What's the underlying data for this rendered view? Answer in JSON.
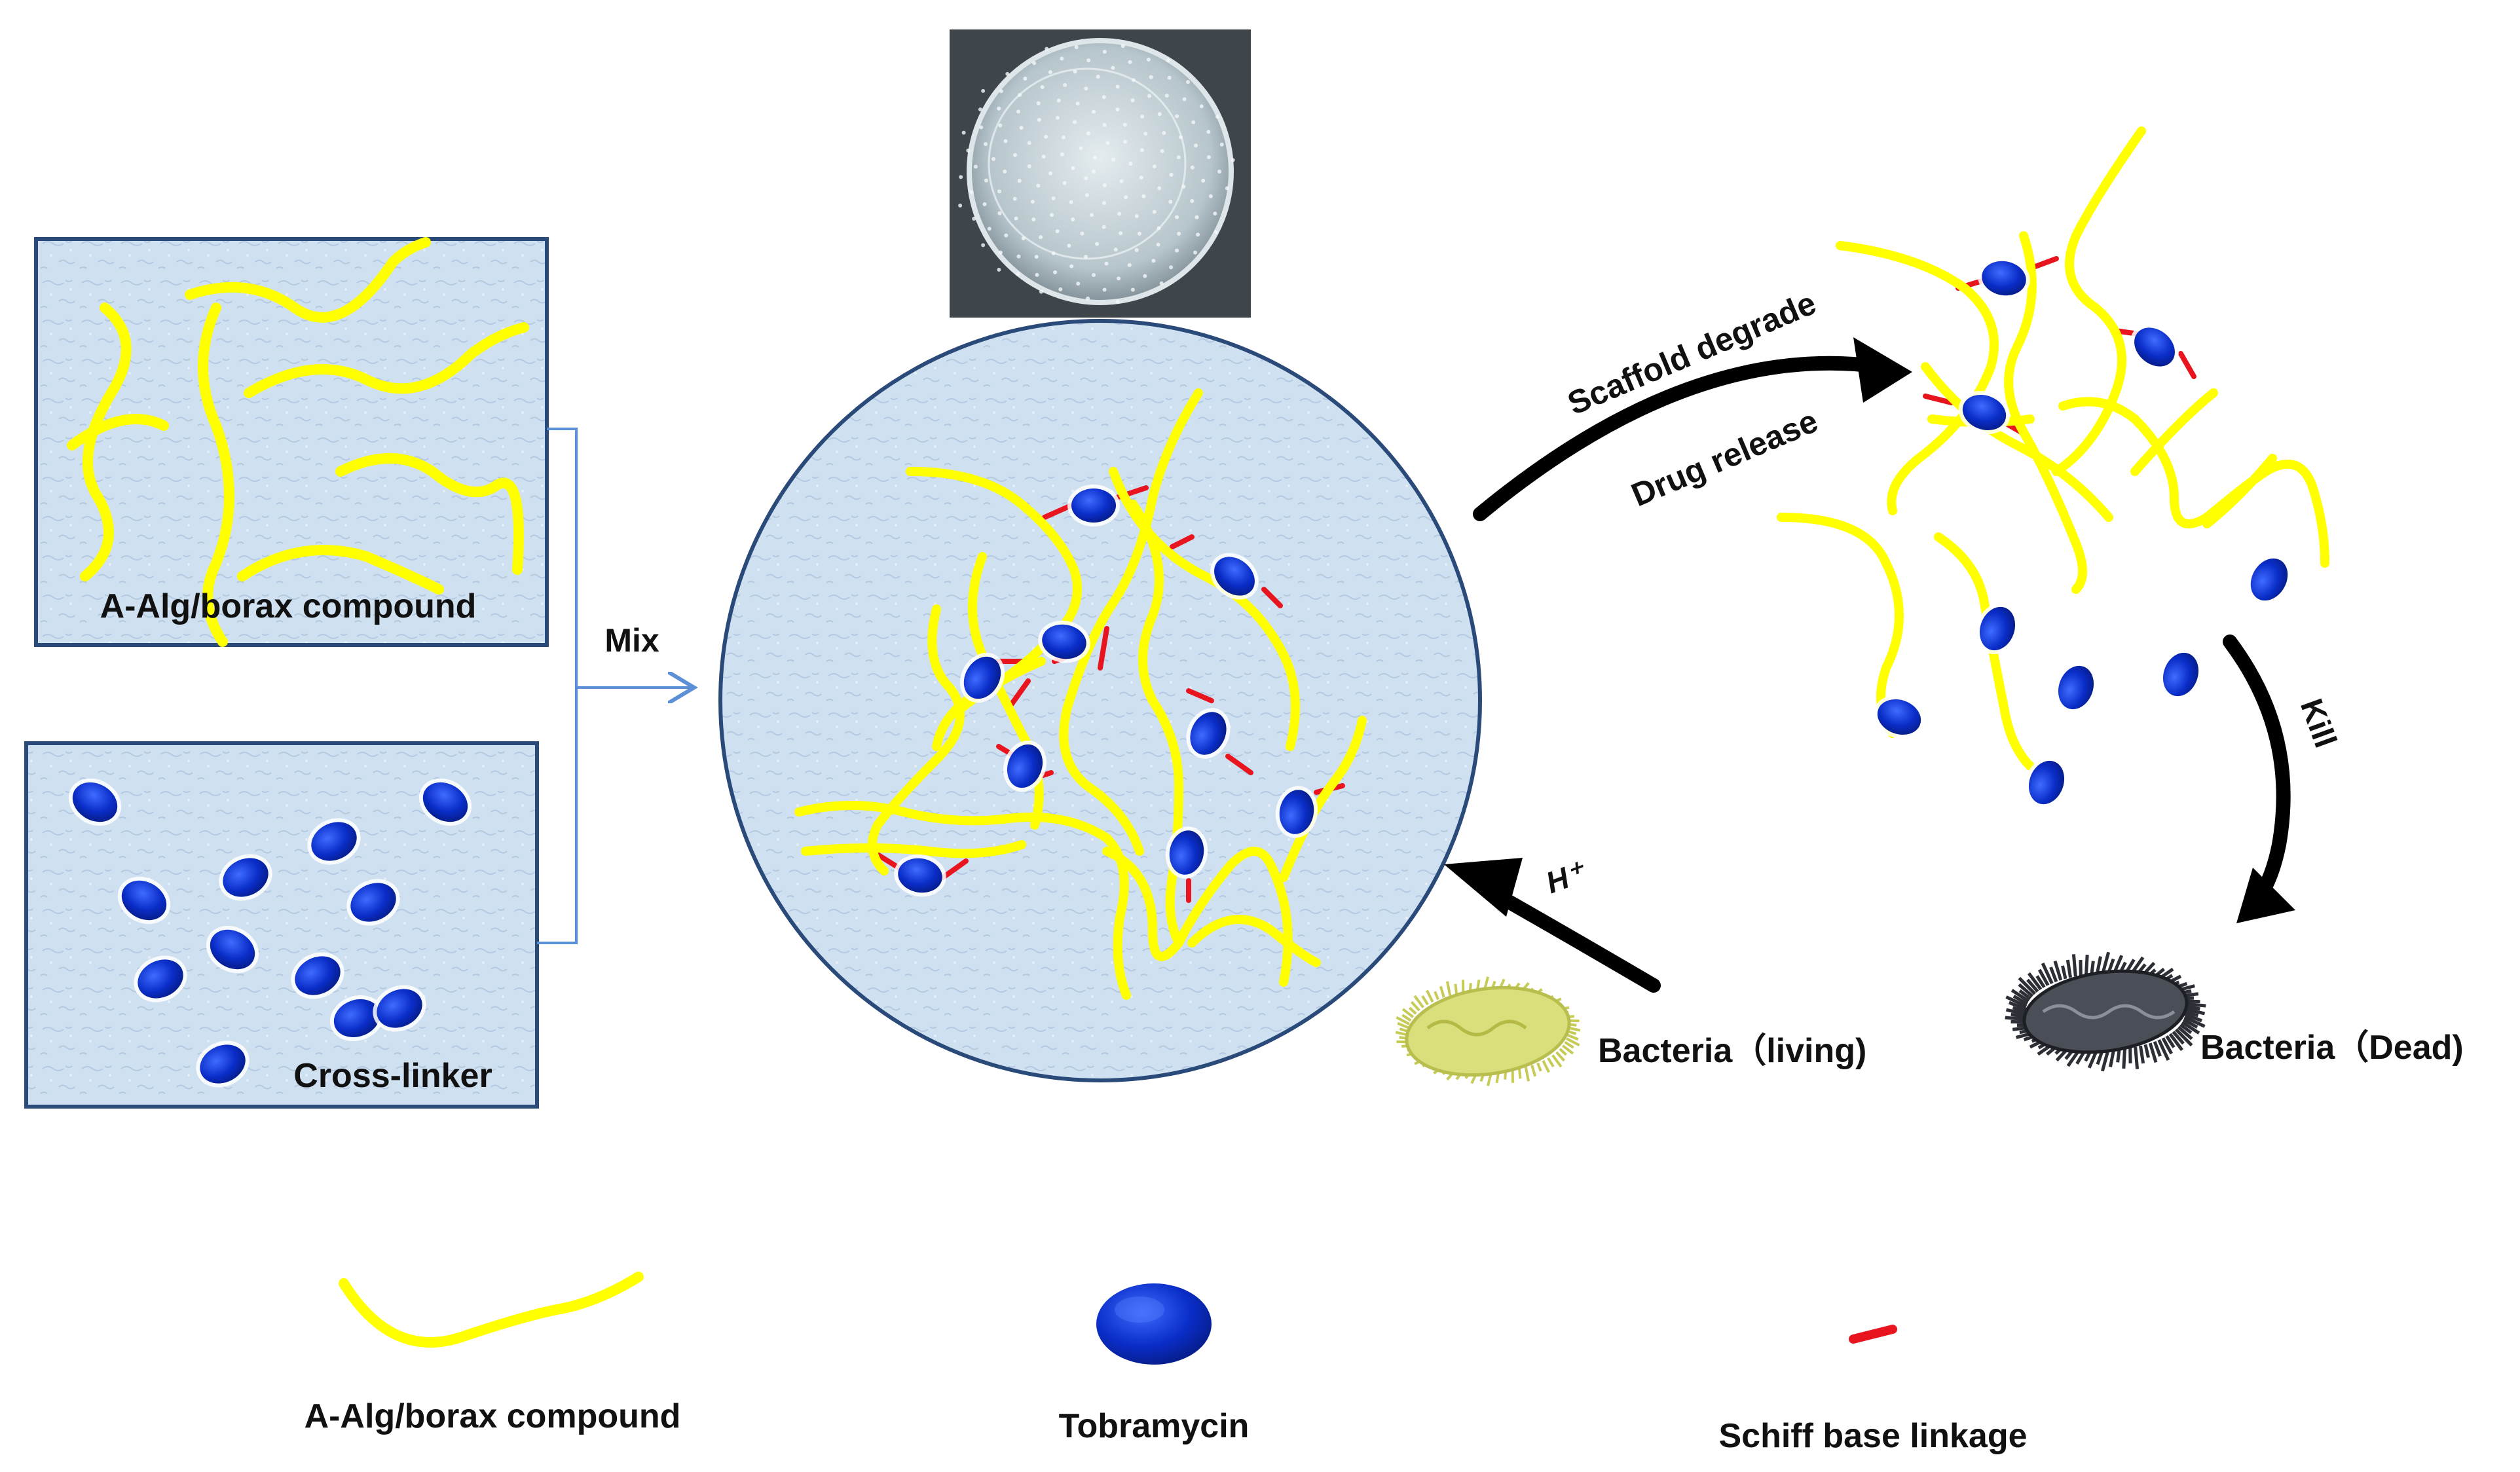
{
  "labels": {
    "polymer_box": "A-Alg/borax compound",
    "crosslinker_box": "Cross-linker",
    "mix": "Mix",
    "scaffold_degrade": "Scaffold degrade",
    "drug_release": "Drug release",
    "kill": "Kill",
    "proton": "H⁺",
    "bacteria_living": "Bacteria（living)",
    "bacteria_dead": "Bacteria（Dead)"
  },
  "legend": {
    "polymer": "A-Alg/borax compound",
    "drug": "Tobramycin",
    "linkage": "Schiff base linkage"
  },
  "colors": {
    "polymer": "#ffff00",
    "drug": "#0a2dc8",
    "linkage": "#e8141e",
    "matrix": "#c9dcee",
    "frame": "#2a4a7a",
    "arrow": "#000000",
    "mix_arrow": "#5b8fd6",
    "bacteria_living": "#d9df7a",
    "bacteria_dead": "#2c2f36"
  }
}
